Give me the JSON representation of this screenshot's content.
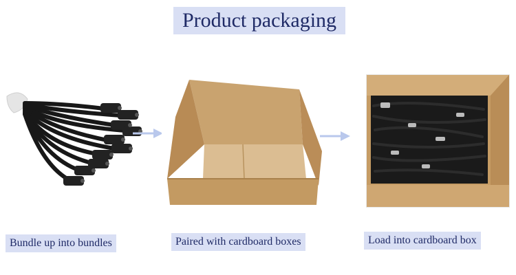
{
  "title": "Product packaging",
  "steps": [
    {
      "caption": "Bundle up into bundles",
      "image": "cable-bundle-photo"
    },
    {
      "caption": "Paired with cardboard boxes",
      "image": "empty-cardboard-box-photo"
    },
    {
      "caption": "Load into cardboard box",
      "image": "filled-cardboard-box-photo"
    }
  ],
  "colors": {
    "label_background": "#d9dff4",
    "label_text": "#1f2a66",
    "arrow": "#b9c8ec",
    "cardboard": "#c59b63",
    "cable": "#151515"
  }
}
